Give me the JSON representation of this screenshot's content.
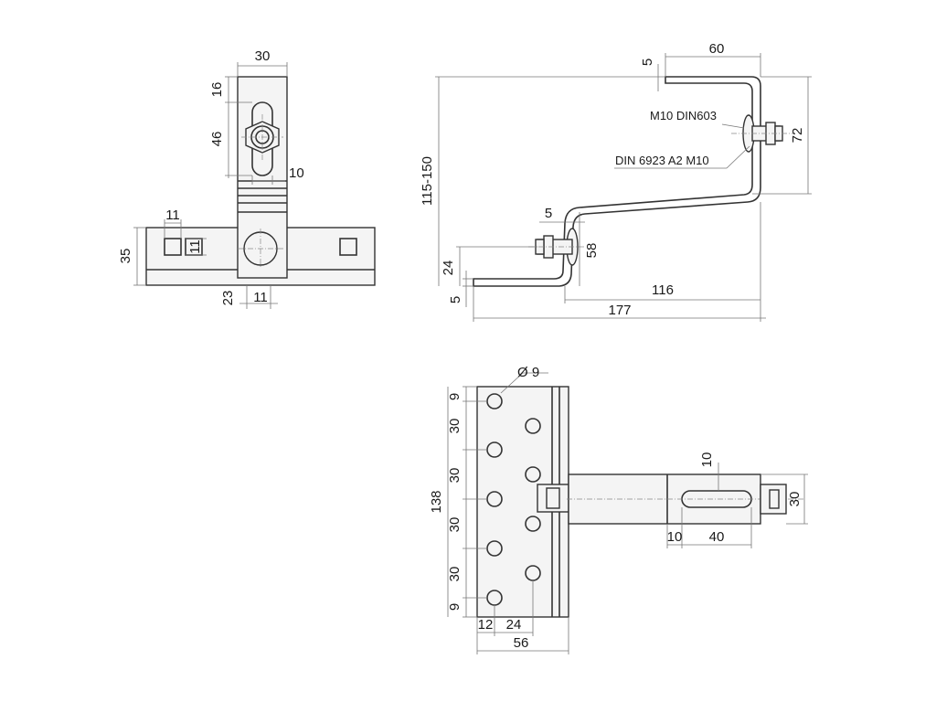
{
  "top_view": {
    "width_top": "30",
    "slot_offset": "16",
    "slot_length": "46",
    "slot_width": "10",
    "square_w": "11",
    "square_h": "11",
    "base_height": "35",
    "bolt_offset": "23",
    "bolt_width": "11"
  },
  "side_view": {
    "top_flange": "60",
    "thickness_top": "5",
    "height_range": "115-150",
    "right_height": "72",
    "nut_label": "M10 DIN603",
    "washer_label": "DIN 6923 A2 M10",
    "thickness_mid": "5",
    "lower_height": "58",
    "foot_height": "24",
    "thickness_bottom": "5",
    "length_mid": "116",
    "length_total": "177"
  },
  "front_view": {
    "hole_dia": "Ø 9",
    "edge_top": "9",
    "pitch_1": "30",
    "pitch_2": "30",
    "pitch_3": "30",
    "pitch_4": "30",
    "edge_bottom": "9",
    "height_total": "138",
    "edge_x": "12",
    "offset_x": "24",
    "width_total": "56",
    "slot_width": "10",
    "slot_offset": "10",
    "slot_length": "40",
    "arm_width": "30"
  }
}
